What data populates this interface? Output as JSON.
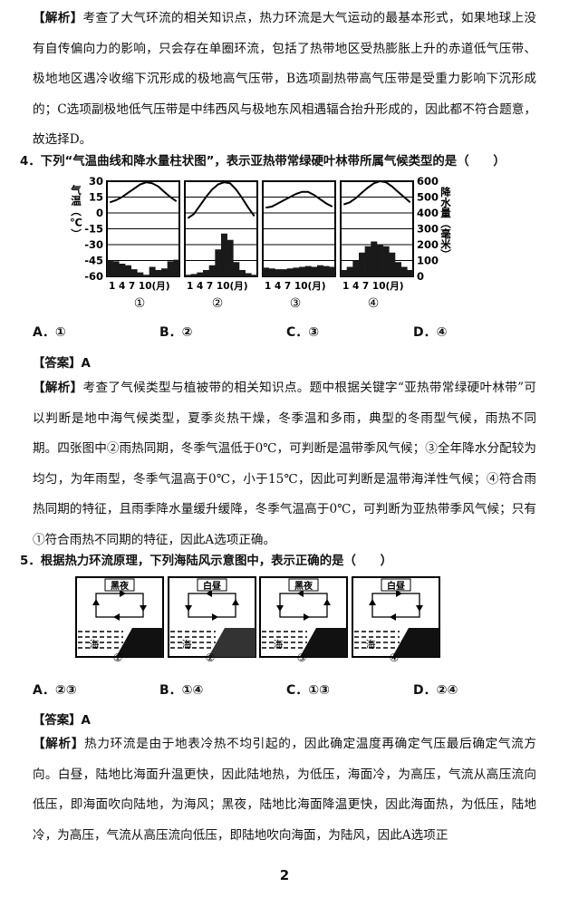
{
  "analysis1": {
    "tag": "【解析】",
    "text": "考查了大气环流的相关知识点，热力环流是大气运动的最基本形式，如果地球上没有自传偏向力的影响，只会存在单圈环流，包括了热带地区受热膨胀上升的赤道低气压带、极地地区遇冷收缩下沉形成的极地高气压带，B选项副热带高气压带是受重力影响下沉形成的；C选项副极地低气压带是中纬西风与极地东风相遇辐合抬升形成的，因此都不符合题意，故选择D。"
  },
  "q4": {
    "stem": "4．下列“气温曲线和降水量柱状图”，表示亚热带常绿硬叶林带所属气候类型的是（　　）",
    "axis_left_title": "气温（℃）",
    "axis_right_title": "降水量（毫米）",
    "left_ticks": [
      "30",
      "15",
      "0",
      "-15",
      "-30",
      "-45",
      "-60"
    ],
    "right_ticks": [
      "600",
      "500",
      "400",
      "300",
      "200",
      "100",
      "0"
    ],
    "x_ticks": "1 4 7 10(月)",
    "chart_labels": [
      "①",
      "②",
      "③",
      "④"
    ],
    "options": [
      "A．①",
      "B．②",
      "C．③",
      "D．④"
    ],
    "answer": "【答案】A",
    "analysis_tag": "【解析】",
    "analysis": "考查了气候类型与植被带的相关知识点。题中根据关键字“亚热带常绿硬叶林带”可以判断是地中海气候类型，夏季炎热干燥，冬季温和多雨，典型的冬雨型气候，雨热不同期。四张图中②雨热同期，冬季气温低于0℃，可判断是温带季风气候；③全年降水分配较为均匀，为年雨型，冬季气温高于0℃，小于15℃，因此可判断是温带海洋性气候；④符合雨热同期的特征，且雨季降水量缓升缓降，冬季气温高于0℃，可判断为亚热带季风气候；只有①符合雨热不同期的特征，因此A选项正确。"
  },
  "q5": {
    "stem": "5．根据热力环流原理，下列海陆风示意图中，表示正确的是（　　）",
    "panels": [
      {
        "title": "黑夜",
        "sea": "海",
        "num": "①"
      },
      {
        "title": "白昼",
        "sea": "海",
        "num": "②"
      },
      {
        "title": "黑夜",
        "sea": "海",
        "num": "③"
      },
      {
        "title": "白昼",
        "sea": "海",
        "num": "④"
      }
    ],
    "options": [
      "A．②③",
      "B．①④",
      "C．①③",
      "D．②④"
    ],
    "answer": "【答案】A",
    "analysis_tag": "【解析】",
    "analysis": "热力环流是由于地表冷热不均引起的，因此确定温度再确定气压最后确定气流方向。白昼，陆地比海面升温更快，因此陆地热，为低压，海面冷，为高压，气流从高压流向低压，即海面吹向陆地，为海风；黑夜，陆地比海面降温更快，因此海面热，为低压，陆地冷，为高压，气流从高压流向低压，即陆地吹向海面，为陆风，因此A选项正"
  },
  "chart_data": {
    "type": "line+bar",
    "title": "",
    "x": [
      1,
      2,
      3,
      4,
      5,
      6,
      7,
      8,
      9,
      10,
      11,
      12
    ],
    "xlabel": "月",
    "ylabel_left": "气温（℃）",
    "ylabel_right": "降水量（毫米）",
    "ylim_left": [
      -60,
      30
    ],
    "ylim_right": [
      0,
      600
    ],
    "charts": [
      {
        "label": "①",
        "temperature": [
          10,
          12,
          15,
          19,
          23,
          27,
          29,
          28,
          25,
          20,
          15,
          11
        ],
        "precipitation": [
          100,
          95,
          80,
          70,
          45,
          25,
          10,
          60,
          40,
          50,
          95,
          105
        ]
      },
      {
        "label": "②",
        "temperature": [
          -5,
          -1,
          7,
          15,
          22,
          27,
          29,
          28,
          22,
          14,
          5,
          -3
        ],
        "precipitation": [
          10,
          15,
          25,
          40,
          70,
          170,
          270,
          230,
          90,
          40,
          20,
          10
        ]
      },
      {
        "label": "③",
        "temperature": [
          5,
          6,
          9,
          12,
          15,
          18,
          20,
          20,
          17,
          13,
          9,
          6
        ],
        "precipitation": [
          55,
          50,
          45,
          45,
          50,
          55,
          60,
          65,
          60,
          70,
          65,
          60
        ]
      },
      {
        "label": "④",
        "temperature": [
          8,
          10,
          14,
          19,
          24,
          28,
          30,
          29,
          25,
          20,
          15,
          10
        ],
        "precipitation": [
          40,
          60,
          100,
          150,
          190,
          220,
          200,
          190,
          150,
          90,
          60,
          40
        ]
      }
    ]
  }
}
